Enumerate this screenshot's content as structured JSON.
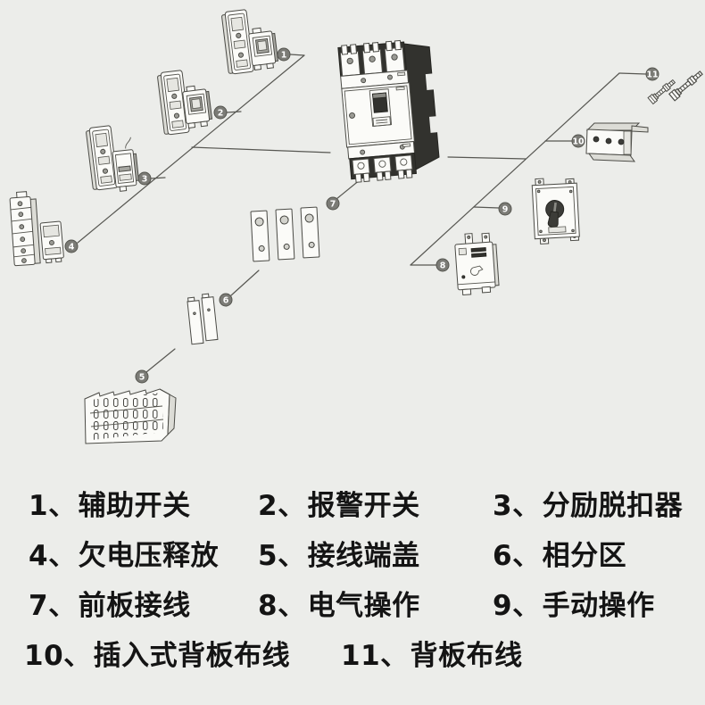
{
  "page": {
    "background_color": "#ecedea",
    "line_color": "#575752",
    "dark_face_color": "#32322e"
  },
  "diagram": {
    "description_names": [
      "auxiliary-switch",
      "alarm-switch",
      "shunt-release",
      "undervoltage-release",
      "terminal-cover",
      "phase-partition",
      "front-panel-wiring",
      "electrical-operation",
      "manual-operation",
      "plug-in-backplane-wiring",
      "backplane-wiring"
    ],
    "badges": [
      {
        "number": "1"
      },
      {
        "number": "2"
      },
      {
        "number": "3"
      },
      {
        "number": "4"
      },
      {
        "number": "5"
      },
      {
        "number": "6"
      },
      {
        "number": "7"
      },
      {
        "number": "8"
      },
      {
        "number": "9"
      },
      {
        "number": "10"
      },
      {
        "number": "11"
      }
    ]
  },
  "legend": {
    "items": [
      {
        "num": "1、",
        "label": "辅助开关"
      },
      {
        "num": "2、",
        "label": "报警开关"
      },
      {
        "num": "3、",
        "label": "分励脱扣器"
      },
      {
        "num": "4、",
        "label": "欠电压释放"
      },
      {
        "num": "5、",
        "label": "接线端盖"
      },
      {
        "num": "6、",
        "label": "相分区"
      },
      {
        "num": "7、",
        "label": "前板接线"
      },
      {
        "num": "8、",
        "label": "电气操作"
      },
      {
        "num": "9、",
        "label": "手动操作"
      },
      {
        "num": "10、",
        "label": "插入式背板布线"
      },
      {
        "num": "11、",
        "label": "背板布线"
      }
    ]
  }
}
